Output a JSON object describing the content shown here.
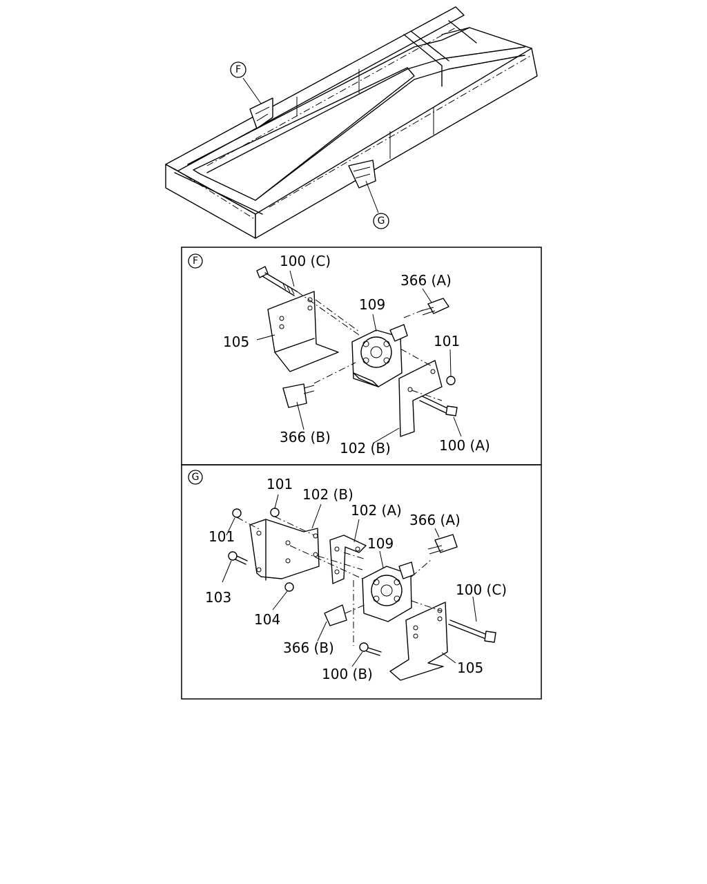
{
  "overview": {
    "callout_f": "F",
    "callout_g": "G"
  },
  "detail_f": {
    "tag": "F",
    "labels": {
      "bolt_c": "100 (C)",
      "elbow_a": "366 (A)",
      "valve": "109",
      "bracket": "105",
      "nut": "101",
      "elbow_b": "366 (B)",
      "bracket_b": "102 (B)",
      "bolt_a": "100 (A)"
    }
  },
  "detail_g": {
    "tag": "G",
    "labels": {
      "nut_top": "101",
      "bracket_b": "102 (B)",
      "bracket_a": "102 (A)",
      "elbow_a": "366 (A)",
      "nut_left": "101",
      "valve": "109",
      "bolt_103": "103",
      "nut_104": "104",
      "bolt_c": "100 (C)",
      "elbow_b": "366 (B)",
      "bolt_b": "100 (B)",
      "bracket": "105"
    }
  }
}
